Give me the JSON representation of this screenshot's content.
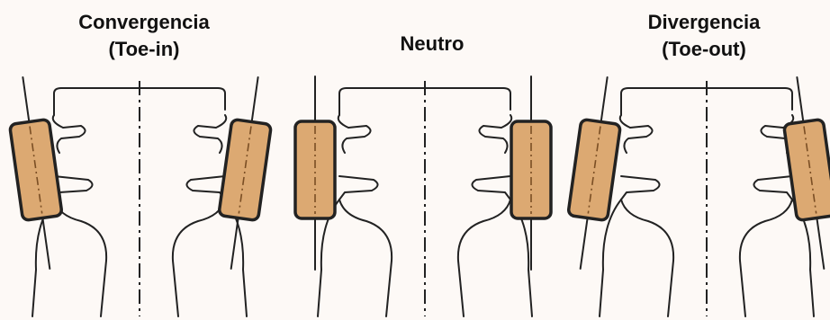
{
  "panels": [
    {
      "id": "toe-in",
      "title_line1": "Convergencia",
      "title_line2": "(Toe-in)",
      "tilt_deg": 8
    },
    {
      "id": "neutral",
      "title_line1": "Neutro",
      "title_line2": "",
      "tilt_deg": 0
    },
    {
      "id": "toe-out",
      "title_line1": "Divergencia",
      "title_line2": "(Toe-out)",
      "tilt_deg": -8
    }
  ],
  "colors": {
    "tire_fill": "#dca972",
    "ink": "#222222",
    "background": "#fdf9f6"
  }
}
